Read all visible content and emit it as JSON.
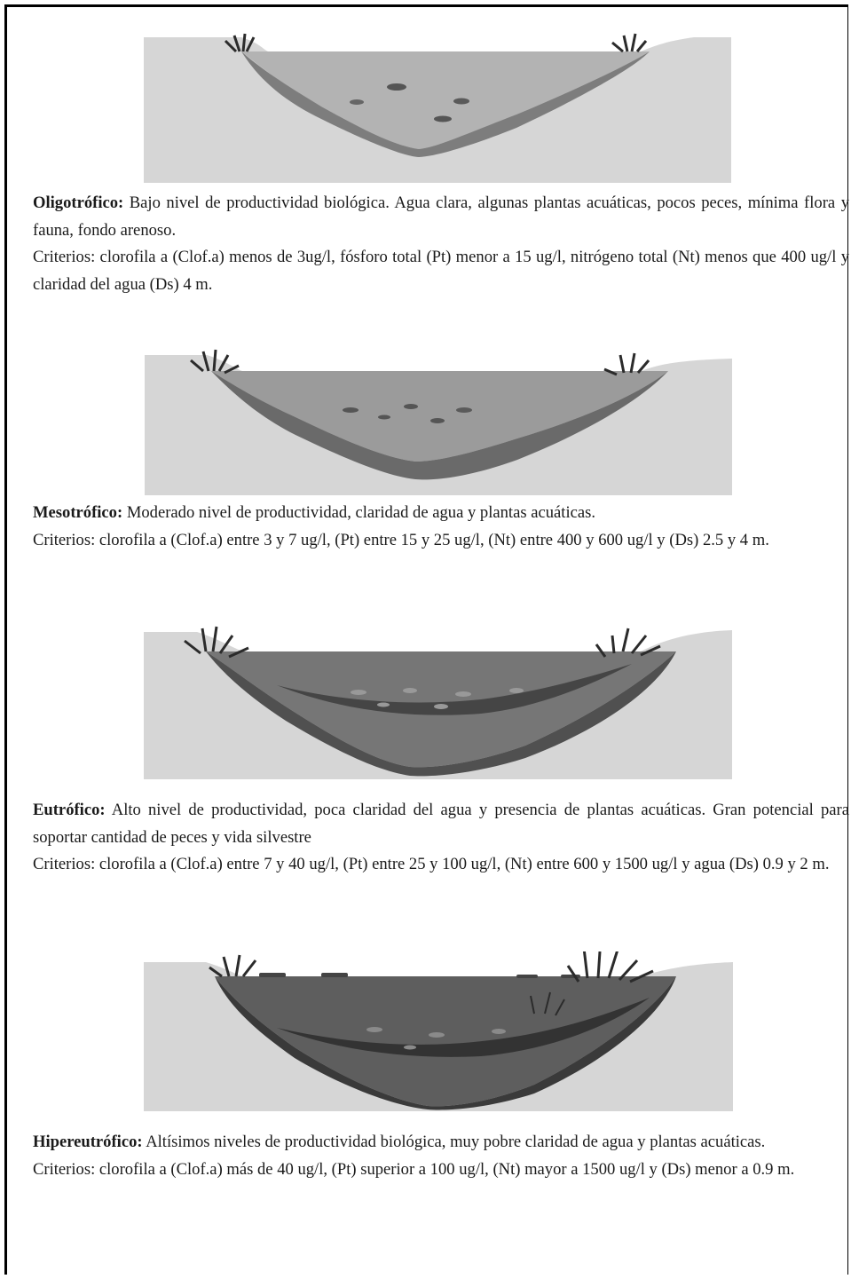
{
  "levels": [
    {
      "term": "Oligotrófico:",
      "description": " Bajo nivel de productividad biológica. Agua clara, algunas plantas acuáticas, pocos peces, mínima flora y fauna, fondo arenoso.",
      "criteria": "Criterios: clorofila a (Clof.a) menos de 3ug/l, fósforo total (Pt) menor a 15 ug/l, nitrógeno total (Nt) menos que 400 ug/l y claridad del agua (Ds) 4 m."
    },
    {
      "term": "Mesotrófico:",
      "description": " Moderado nivel de productividad, claridad de agua y plantas acuáticas.",
      "criteria": "Criterios: clorofila a (Clof.a) entre 3 y 7 ug/l, (Pt) entre 15 y 25 ug/l, (Nt) entre 400 y 600 ug/l y (Ds) 2.5 y 4 m."
    },
    {
      "term": "Eutrófico:",
      "description": " Alto nivel de productividad, poca claridad del agua y presencia de plantas acuáticas. Gran potencial para soportar cantidad de peces y vida silvestre",
      "criteria": "Criterios: clorofila a (Clof.a) entre 7 y 40 ug/l, (Pt) entre 25 y 100 ug/l, (Nt) entre 600 y 1500 ug/l y agua (Ds) 0.9 y 2 m."
    },
    {
      "term": "Hipereutrófico:",
      "description": " Altísimos niveles de productividad biológica, muy pobre claridad de agua y plantas acuáticas.",
      "criteria": "Criterios: clorofila a (Clof.a) más de 40 ug/l, (Pt) superior a 100 ug/l, (Nt) mayor a 1500 ug/l y (Ds) menor a 0.9 m."
    }
  ],
  "colors": {
    "land": "#d9d9d9",
    "sky": "#ffffff",
    "water_oligo": "#a9a9a9",
    "water_meso": "#8f8f8f",
    "water_eutro": "#6f6f6f",
    "water_hiper": "#585858",
    "sediment": "#4a4a4a",
    "vegetation": "#2b2b2b"
  }
}
